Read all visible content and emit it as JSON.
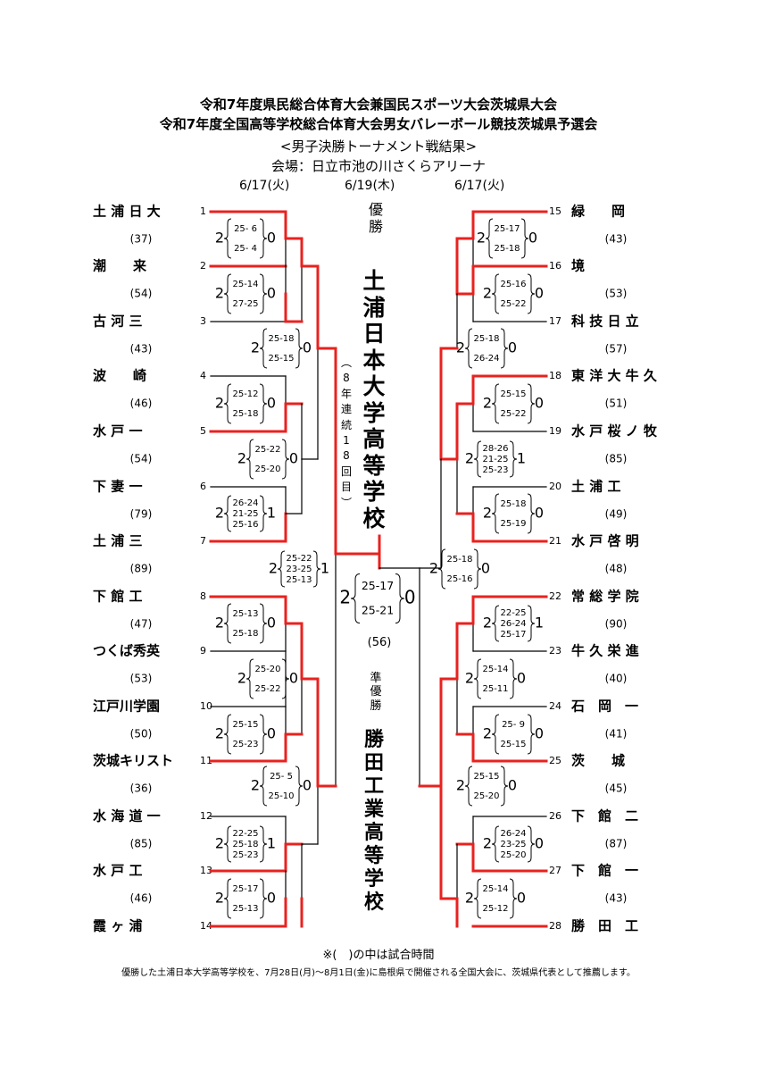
{
  "header": {
    "title1": "令和7年度県民総合体育大会兼国民スポーツ大会茨城県大会",
    "title2": "令和7年度全国高等学校総合体育大会男女バレーボール競技茨城県予選会",
    "subtitle": "<男子決勝トーナメント戦結果>",
    "venue": "会場：日立市池の川さくらアリーナ",
    "date_left": "6/17(火)",
    "date_center": "6/19(木)",
    "date_right": "6/17(火)"
  },
  "teams": [
    {
      "no": "1",
      "name": "土 浦 日 大",
      "time": "(37)"
    },
    {
      "no": "2",
      "name": "潮　　来",
      "time": "(54)"
    },
    {
      "no": "3",
      "name": "古 河 三",
      "time": "(43)"
    },
    {
      "no": "4",
      "name": "波　　崎",
      "time": "(46)"
    },
    {
      "no": "5",
      "name": "水 戸 一",
      "time": "(54)"
    },
    {
      "no": "6",
      "name": "下 妻 一",
      "time": "(79)"
    },
    {
      "no": "7",
      "name": "土 浦 三",
      "time": "(89)"
    },
    {
      "no": "8",
      "name": "下 館 工",
      "time": "(47)"
    },
    {
      "no": "9",
      "name": "つくば秀英",
      "time": "(53)"
    },
    {
      "no": "10",
      "name": "江戸川学園",
      "time": "(50)"
    },
    {
      "no": "11",
      "name": "茨城キリスト",
      "time": "(36)"
    },
    {
      "no": "12",
      "name": "水 海 道 一",
      "time": "(85)"
    },
    {
      "no": "13",
      "name": "水 戸 工",
      "time": "(46)"
    },
    {
      "no": "14",
      "name": "霞 ヶ 浦",
      "time": ""
    },
    {
      "no": "15",
      "name": "緑　　岡",
      "time": "(43)"
    },
    {
      "no": "16",
      "name": "境",
      "time": "(53)"
    },
    {
      "no": "17",
      "name": "科 技 日 立",
      "time": "(57)"
    },
    {
      "no": "18",
      "name": "東 洋 大 牛 久",
      "time": "(51)"
    },
    {
      "no": "19",
      "name": "水 戸 桜 ノ 牧",
      "time": "(85)"
    },
    {
      "no": "20",
      "name": "土 浦 工",
      "time": "(49)"
    },
    {
      "no": "21",
      "name": "水 戸 啓 明",
      "time": "(48)"
    },
    {
      "no": "22",
      "name": "常 総 学 院",
      "time": "(90)"
    },
    {
      "no": "23",
      "name": "牛 久 栄 進",
      "time": "(40)"
    },
    {
      "no": "24",
      "name": "石　岡　一",
      "time": "(41)"
    },
    {
      "no": "25",
      "name": "茨　　城",
      "time": "(45)"
    },
    {
      "no": "26",
      "name": "下　館　二",
      "time": "(87)"
    },
    {
      "no": "27",
      "name": "下　館　一",
      "time": "(43)"
    },
    {
      "no": "28",
      "name": "勝　田　工",
      "time": ""
    }
  ],
  "matches": [
    {
      "w": "2",
      "l": "0",
      "sets": [
        "25- 6",
        "25- 4"
      ]
    },
    {
      "w": "2",
      "l": "0",
      "sets": [
        "25-14",
        "27-25"
      ]
    },
    {
      "w": "2",
      "l": "0",
      "sets": [
        "25-18",
        "25-15"
      ]
    },
    {
      "w": "2",
      "l": "0",
      "sets": [
        "25-12",
        "25-18"
      ]
    },
    {
      "w": "2",
      "l": "0",
      "sets": [
        "25-22",
        "25-20"
      ]
    },
    {
      "w": "2",
      "l": "1",
      "sets": [
        "26-24",
        "21-25",
        "25-16"
      ]
    },
    {
      "w": "2",
      "l": "1",
      "sets": [
        "25-22",
        "23-25",
        "25-13"
      ]
    },
    {
      "w": "2",
      "l": "0",
      "sets": [
        "25-13",
        "25-18"
      ]
    },
    {
      "w": "2",
      "l": "0",
      "sets": [
        "25-20",
        "25-22"
      ]
    },
    {
      "w": "2",
      "l": "0",
      "sets": [
        "25-15",
        "25-23"
      ]
    },
    {
      "w": "2",
      "l": "0",
      "sets": [
        "25- 5",
        "25-10"
      ]
    },
    {
      "w": "2",
      "l": "1",
      "sets": [
        "22-25",
        "25-18",
        "25-23"
      ]
    },
    {
      "w": "2",
      "l": "0",
      "sets": [
        "25-17",
        "25-13"
      ]
    },
    {
      "w": "2",
      "l": "0",
      "sets": [
        "25-17",
        "25-18"
      ]
    },
    {
      "w": "2",
      "l": "0",
      "sets": [
        "25-16",
        "25-22"
      ]
    },
    {
      "w": "2",
      "l": "0",
      "sets": [
        "25-18",
        "26-24"
      ]
    },
    {
      "w": "2",
      "l": "0",
      "sets": [
        "25-15",
        "25-22"
      ]
    },
    {
      "w": "2",
      "l": "1",
      "sets": [
        "28-26",
        "21-25",
        "25-23"
      ]
    },
    {
      "w": "2",
      "l": "0",
      "sets": [
        "25-18",
        "25-19"
      ]
    },
    {
      "w": "2",
      "l": "0",
      "sets": [
        "25-18",
        "25-16"
      ]
    },
    {
      "w": "2",
      "l": "1",
      "sets": [
        "22-25",
        "26-24",
        "25-17"
      ]
    },
    {
      "w": "2",
      "l": "0",
      "sets": [
        "25-14",
        "25-11"
      ]
    },
    {
      "w": "2",
      "l": "0",
      "sets": [
        "25- 9",
        "25-15"
      ]
    },
    {
      "w": "2",
      "l": "0",
      "sets": [
        "25-15",
        "25-20"
      ]
    },
    {
      "w": "2",
      "l": "0",
      "sets": [
        "26-24",
        "23-25",
        "25-20"
      ]
    },
    {
      "w": "2",
      "l": "0",
      "sets": [
        "25-14",
        "25-12"
      ]
    },
    {
      "w": "2",
      "l": "0",
      "sets": [
        "25-17",
        "25-21"
      ]
    }
  ],
  "final_time": "(56)",
  "champion_label": "優勝",
  "champion": "土浦日本大学高等学校",
  "champion_note": "（8年連続18回目）",
  "runnerup_label": "準優勝",
  "runnerup": "勝田工業高等学校",
  "note": "※(　)の中は試合時間",
  "footer": "優勝した土浦日本大学高等学校を、7月28日(月)～8月1日(金)に島根県で開催される全国大会に、茨城県代表として推薦します。",
  "colors": {
    "win": "#e8221f",
    "lose": "#000000"
  }
}
